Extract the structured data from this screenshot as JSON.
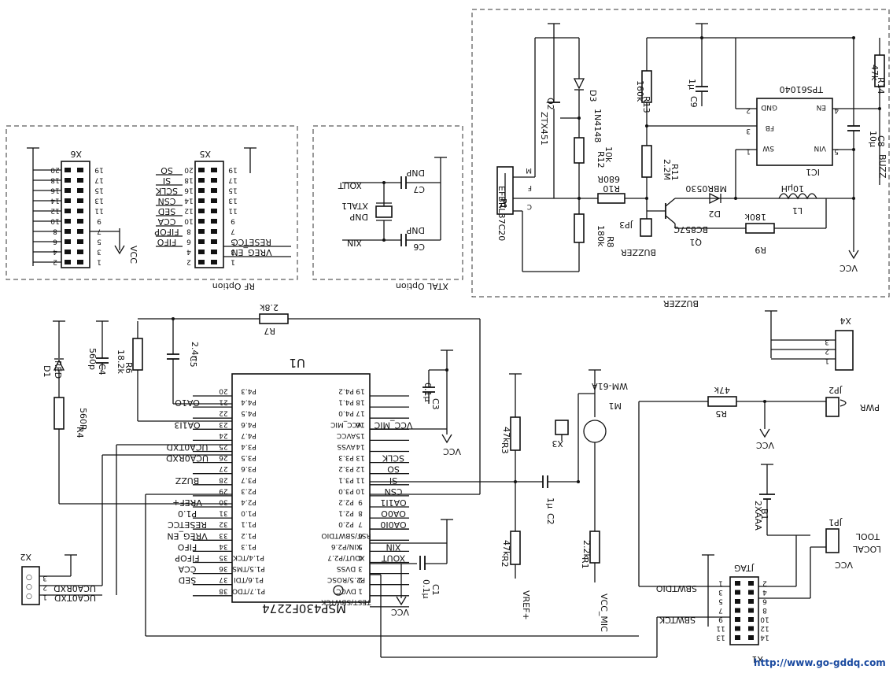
{
  "sections": {
    "rf": "RF Option",
    "xtal": "XTAL Option",
    "buzzer": "BUZZER"
  },
  "x6": {
    "ref": "X6",
    "left_pins": [
      "20",
      "18",
      "16",
      "14",
      "12",
      "10",
      "8",
      "6",
      "4",
      "2"
    ],
    "right_pins": [
      "19",
      "17",
      "15",
      "13",
      "11",
      "9",
      "7",
      "5",
      "3",
      "1"
    ]
  },
  "x5": {
    "ref": "X5",
    "left_pins": [
      "20",
      "18",
      "16",
      "14",
      "12",
      "10",
      "8",
      "6",
      "4",
      "2"
    ],
    "right_pins": [
      "19",
      "17",
      "15",
      "13",
      "11",
      "9",
      "7",
      "5",
      "3",
      "1"
    ],
    "nets_left": [
      "SO",
      "SI",
      "SCLK",
      "CSN",
      "SED",
      "CCA",
      "FIFOP",
      "FIFO"
    ],
    "nets_right": [
      "RESETCC",
      "VREG_EN"
    ]
  },
  "vcc": "VCC",
  "xtal": {
    "c7_ref": "C7",
    "c6_ref": "C6",
    "dnp": "DNP",
    "xtal_ref": "XTAL1",
    "xout": "XOUT",
    "xin": "XIN"
  },
  "buzz": {
    "p1": "P1",
    "p1_part": "EFBRL37C20",
    "m": "M",
    "c": "C",
    "f": "F",
    "q2_ref": "Q2",
    "q2_part": "ZTX451",
    "d3_ref": "D3",
    "d3_part": "1N4148",
    "r12_ref": "R12",
    "r12_val": "10k",
    "r10_ref": "R10",
    "r10_val": "680R",
    "r8_ref": "R8",
    "r8_val": "180k",
    "r13_ref": "R13",
    "r13_val": "160k",
    "c9_ref": "C9",
    "c9_val": "1μ",
    "r11_ref": "R11",
    "r11_val": "2.2M",
    "d2_ref": "D2",
    "d2_part": "MBR0530",
    "jp3": "JP3",
    "buzzer_lbl": "BUZZER",
    "q1_ref": "Q1",
    "q1_part": "BC857C",
    "r9_ref": "R9",
    "r9_val": "180k",
    "l1_ref": "L1",
    "l1_val": "10μH",
    "ic1_ref": "IC1",
    "ic1_part": "TPS61040",
    "gnd": "GND",
    "en": "EN",
    "fb": "FB",
    "sw": "SW",
    "vin": "VIN",
    "p2": "2",
    "p4": "4",
    "p3": "3",
    "p1n": "1",
    "p5": "5",
    "c8_ref": "C8",
    "c8_val": "10μ",
    "r14_ref": "R14",
    "r14_val": "47k",
    "buzz": "BUZZ"
  },
  "left": {
    "d1_ref": "D1",
    "d1_val": "RED",
    "c4_ref": "C4",
    "c4_val": "560p",
    "r6_ref": "R6",
    "r6_val": "18.2k",
    "c5_ref": "C5",
    "c5_val": "2.4n",
    "r7_ref": "R7",
    "r7_val": "2.8k",
    "r4_ref": "R4",
    "r4_val": "560R"
  },
  "u1": {
    "ref": "U1",
    "part": "MSP430F2274",
    "left_pins": [
      "P4.3",
      "P4.4",
      "P4.5",
      "P4.6",
      "P4.7",
      "P3.4",
      "P3.5",
      "P3.6",
      "P3.7",
      "P2.3",
      "P2.4",
      "P1.0",
      "P1.1",
      "P1.2",
      "P1.3",
      "P1.4/TCK",
      "P1.5/TMS",
      "P1.6/TDI",
      "P1.7/TDO"
    ],
    "left_nums": [
      "20",
      "21",
      "22",
      "23",
      "24",
      "25",
      "26",
      "27",
      "28",
      "29",
      "30",
      "31",
      "32",
      "33",
      "34",
      "35",
      "36",
      "37",
      "38"
    ],
    "right_pins": [
      "P4.2",
      "P4.1",
      "P4.0",
      "VCC_MIC",
      "AVCC",
      "AVSS",
      "P3.3",
      "P3.2",
      "P3.1",
      "P3.0",
      "P2.2",
      "P2.1",
      "P2.0",
      "RST/SBWTDIO",
      "XIN/P2.6",
      "XOUT/P2.7",
      "DVSS",
      "P2.5/ROSC",
      "DVCC",
      "TEST/SBWTCK"
    ],
    "right_nums": [
      "19",
      "18",
      "17",
      "16",
      "15",
      "14",
      "13",
      "12",
      "11",
      "10",
      "9",
      "8",
      "7",
      "6",
      "5",
      "4",
      "3",
      "2",
      "1"
    ],
    "left_nets": [
      "",
      "OA1O",
      "",
      "OA1I3",
      "",
      "UCA0TXD",
      "UCA0RXD",
      "",
      "BUZZ",
      "",
      "VREF+",
      "P1.0",
      "RESETCC",
      "VREG_EN",
      "FIFO",
      "FIFOP",
      "CCA",
      "SED",
      ""
    ],
    "right_nets": [
      "",
      "",
      "",
      "VCC_MIC",
      "",
      "",
      "SCLK",
      "SO",
      "SI",
      "CSN",
      "OA1I1",
      "OA0O",
      "OA0I0",
      "",
      "XIN",
      "XOUT",
      "",
      "",
      ""
    ]
  },
  "c3": {
    "ref": "C3",
    "val": "0.1μ"
  },
  "c1": {
    "ref": "C1",
    "val": "0.1μ"
  },
  "c2": {
    "ref": "C2",
    "val": "1μ"
  },
  "r3": {
    "ref": "R3",
    "val": "47k"
  },
  "r2": {
    "ref": "R2",
    "val": "47k"
  },
  "r1": {
    "ref": "R1",
    "val": "2.2k"
  },
  "r5": {
    "ref": "R5",
    "val": "47k"
  },
  "m1": {
    "ref": "M1",
    "part": "WM-61A"
  },
  "x3": "X3",
  "vref_net": "VREF+",
  "vcc_mic_net": "VCC_MIC",
  "x2": {
    "ref": "X2",
    "p1": "UCA0TXD",
    "p2": "UCA0RXD"
  },
  "x4": "X4",
  "jp2": {
    "ref": "JP2",
    "lbl": "PWR"
  },
  "b1": {
    "ref": "B1",
    "val": "2XAAA"
  },
  "jp1": {
    "ref": "JP1",
    "tool": "TOOL",
    "local": "LOCAL"
  },
  "jtag": {
    "ref": "JTAG",
    "x1": "X1",
    "sbwtdio": "SBWTDIO",
    "sbwtck": "SBWTCK"
  },
  "watermark": "http://www.go-gddq.com"
}
